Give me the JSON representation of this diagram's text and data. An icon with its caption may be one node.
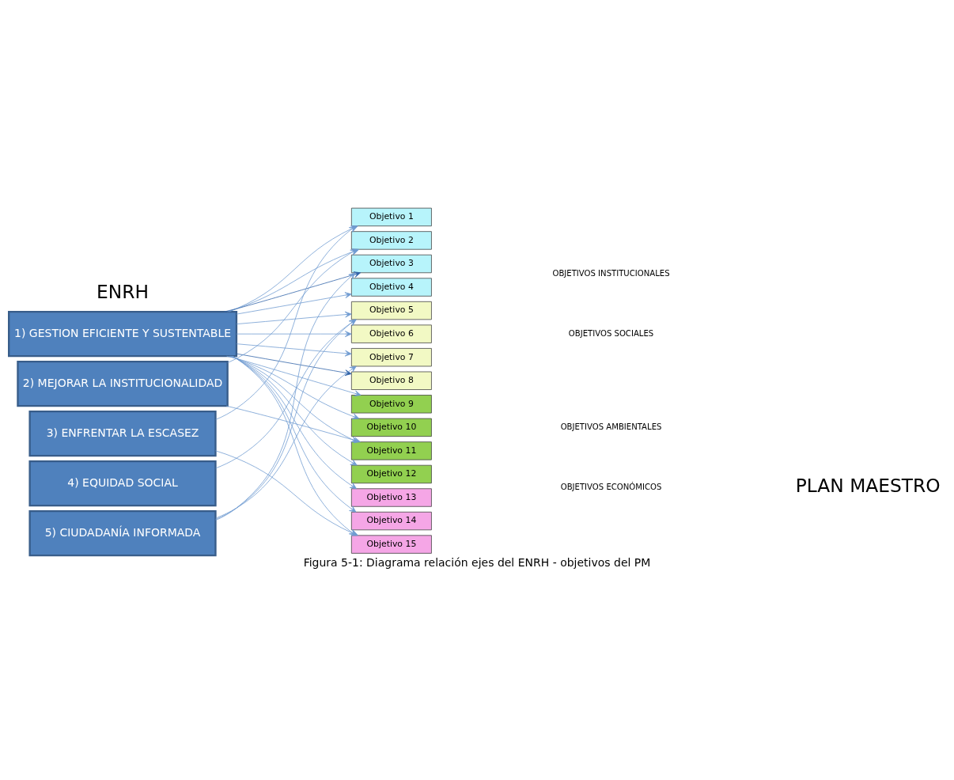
{
  "diagram": {
    "caption": "Figura 5-1: Diagrama relación ejes del ENRH - objetivos del PM",
    "nodes": [
      {
        "text": [
          "1) GESTION EFICIENTE Y SUSTENTABLE"
        ]
      },
      {
        "text": [
          "2) MEJORAR LA INSTITUCIONALIDAD"
        ]
      },
      {
        "text": [
          "3) ENFRENTAR LA ESCASEZ"
        ]
      },
      {
        "text": [
          "4) EQUIDAD SOCIAL"
        ]
      },
      {
        "text": [
          "5) CIUDADANÍA INFORMADA"
        ]
      },
      {
        "text": [
          "Objetivo 1"
        ]
      },
      {
        "text": [
          "Objetivo 2"
        ]
      },
      {
        "text": [
          "Objetivo 3"
        ]
      },
      {
        "text": [
          "Objetivo 4"
        ]
      },
      {
        "text": [
          "Objetivo 5"
        ]
      },
      {
        "text": [
          "Objetivo 6"
        ]
      },
      {
        "text": [
          "Objetivo 7"
        ]
      },
      {
        "text": [
          "Objetivo 8"
        ]
      },
      {
        "text": [
          "Objetivo 9"
        ]
      },
      {
        "text": [
          "Objetivo 10"
        ]
      },
      {
        "text": [
          "Objetivo 11"
        ]
      },
      {
        "text": [
          "Objetivo 12"
        ]
      },
      {
        "text": [
          "Objetivo 13"
        ]
      },
      {
        "text": [
          "Objetivo 14"
        ]
      },
      {
        "text": [
          "Objetivo 15"
        ]
      }
    ],
    "edges": [
      {
        "from": 0,
        "to": 5,
        "arrow": "to"
      },
      {
        "from": 0,
        "to": 6,
        "arrow": "to"
      },
      {
        "from": 0,
        "to": 7,
        "arrow": "to",
        "color": "#2f62a8"
      },
      {
        "from": 0,
        "to": 8,
        "arrow": "to"
      },
      {
        "from": 0,
        "to": 9,
        "arrow": "to"
      },
      {
        "from": 0,
        "to": 10,
        "arrow": "to"
      },
      {
        "from": 0,
        "to": 11,
        "arrow": "to"
      },
      {
        "from": 0,
        "to": 12,
        "arrow": "to",
        "color": "#2f62a8"
      },
      {
        "from": 0,
        "to": 13,
        "arrow": "to"
      },
      {
        "from": 0,
        "to": 14,
        "arrow": "to"
      },
      {
        "from": 0,
        "to": 15,
        "arrow": "to"
      },
      {
        "from": 0,
        "to": 16,
        "arrow": "to"
      },
      {
        "from": 0,
        "to": 17,
        "arrow": "to"
      },
      {
        "from": 0,
        "to": 18,
        "arrow": "to"
      },
      {
        "from": 0,
        "to": 19,
        "arrow": "to"
      },
      {
        "from": 1,
        "to": 6,
        "arrow": "to"
      },
      {
        "from": 1,
        "to": 15,
        "arrow": "to"
      },
      {
        "from": 2,
        "to": 5,
        "arrow": "to"
      },
      {
        "from": 2,
        "to": 19,
        "arrow": "to"
      },
      {
        "from": 3,
        "to": 9,
        "arrow": "to"
      },
      {
        "from": 4,
        "to": 7,
        "arrow": "to"
      },
      {
        "from": 4,
        "to": 9,
        "arrow": "to"
      },
      {
        "from": 4,
        "to": 11,
        "arrow": "to"
      }
    ],
    "labels": [
      "ENRH",
      "OBJETIVOS INSTITUCIONALES",
      "OBJETIVOS SOCIALES",
      "OBJETIVOS AMBIENTALES",
      "OBJETIVOS ECONÓMICOS",
      "PLAN MAESTRO"
    ]
  }
}
